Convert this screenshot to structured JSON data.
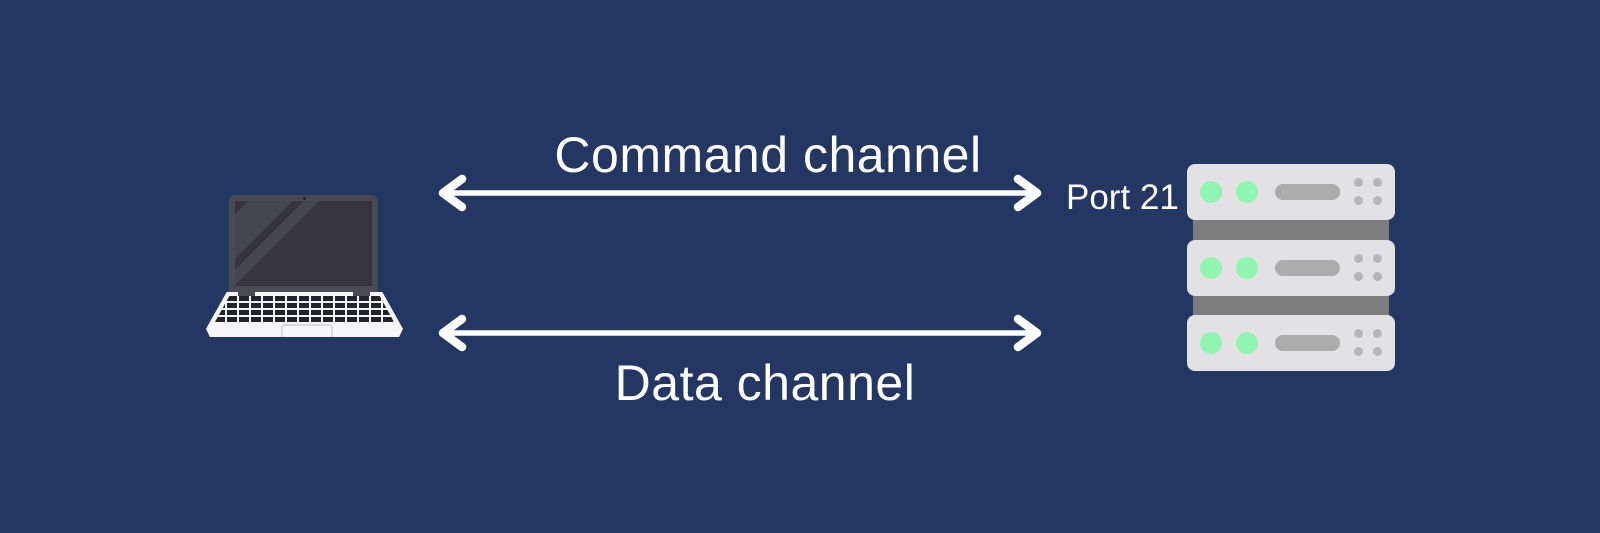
{
  "diagram": {
    "background_color": "#243763",
    "foreground_color": "#ffffff",
    "client": {
      "icon": "laptop-icon"
    },
    "server": {
      "icon": "server-icon",
      "port_label": "Port 21",
      "unit_count": 3,
      "body_color": "#e2e2e5",
      "connector_color": "#7d7d7d",
      "led_color": "#8ff5b0",
      "slot_color": "#ababab"
    },
    "channels": [
      {
        "label": "Command channel",
        "bidirectional": true,
        "color": "#ffffff",
        "endpoint_label": "Port 21"
      },
      {
        "label": "Data channel",
        "bidirectional": true,
        "color": "#ffffff"
      }
    ]
  }
}
